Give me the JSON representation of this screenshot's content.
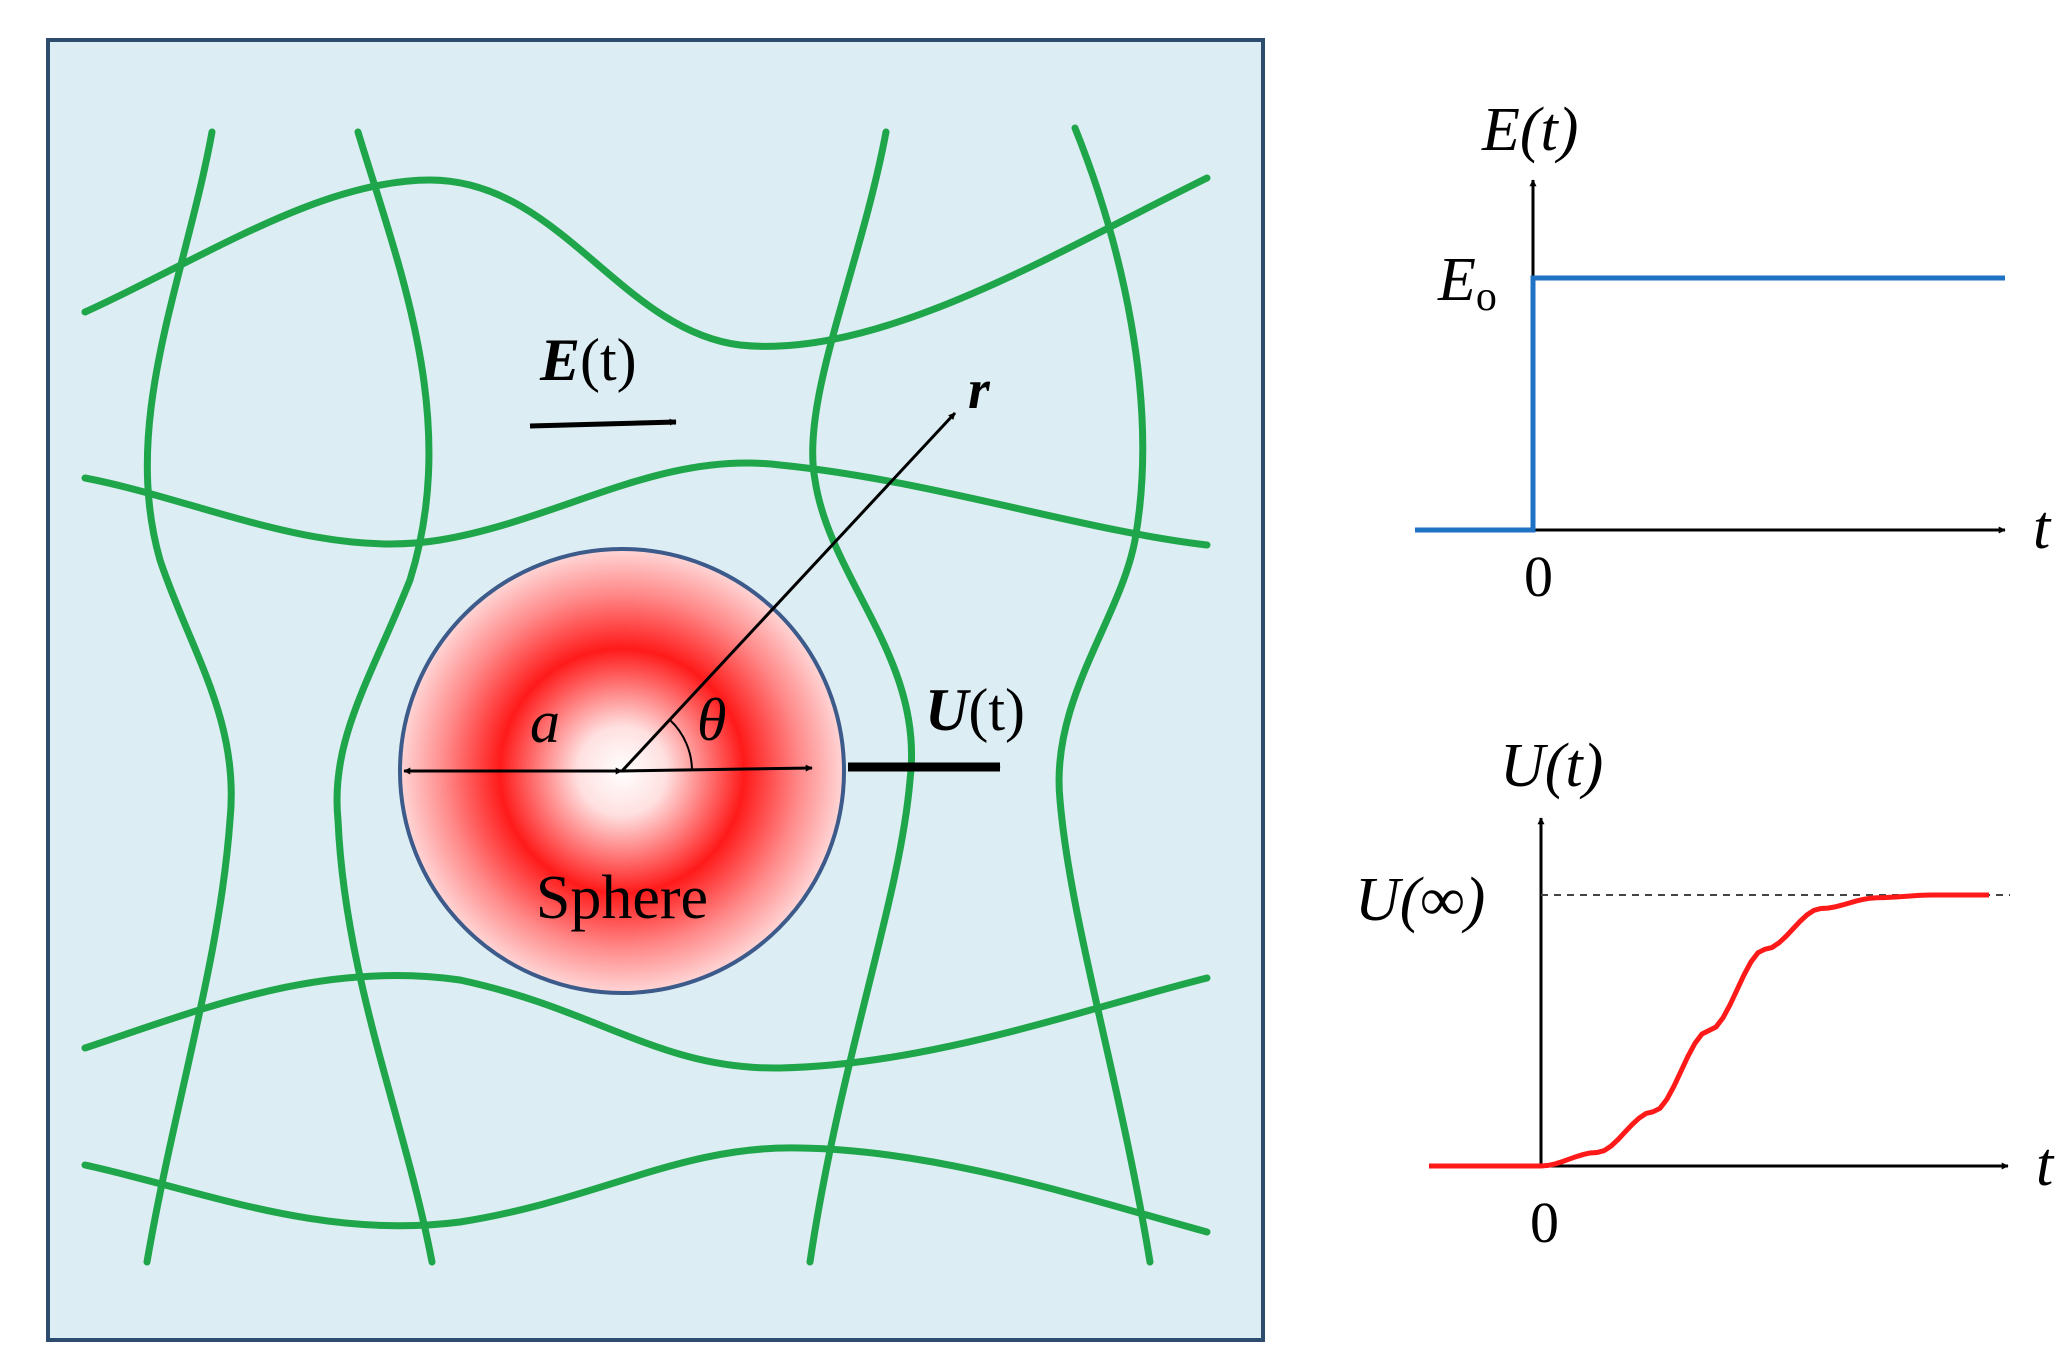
{
  "colors": {
    "panel_fill": "#dcedf3",
    "panel_border": "#2e4d6e",
    "fiber": "#1fa64a",
    "sphere_center": "#ffffff",
    "sphere_ring": "#ff1a1a",
    "sphere_outline": "#3c5a8a",
    "step_line": "#1f72c4",
    "response_line": "#ff1a1a",
    "arrows": "#000000"
  },
  "diagram": {
    "field_label_symbol": "E",
    "field_label_arg": "(t)",
    "radial_label": "r",
    "angle_label": "θ",
    "radius_label": "a",
    "velocity_label_symbol": "U",
    "velocity_label_arg": "(t)",
    "sphere_label": "Sphere"
  },
  "plots": {
    "top": {
      "ylabel": "E(t)",
      "level_label_main": "E",
      "level_label_sub": "o",
      "xlabel": "t",
      "origin_label": "0"
    },
    "bottom": {
      "ylabel": "U(t)",
      "asymptote_label": "U(∞)",
      "xlabel": "t",
      "origin_label": "0"
    }
  },
  "chart_data": [
    {
      "type": "line",
      "xlabel": "t",
      "ylabel": "E(t)",
      "series": [
        {
          "name": "",
          "x": [
            -1,
            0,
            0,
            4
          ],
          "y": [
            0,
            0,
            1,
            1
          ]
        }
      ],
      "annotations": [
        "E_o",
        "0"
      ]
    },
    {
      "type": "line",
      "xlabel": "t",
      "ylabel": "U(t)",
      "series": [
        {
          "name": "",
          "x": [
            -1,
            0,
            0.5,
            1,
            1.5,
            2,
            2.5,
            3,
            3.5,
            4
          ],
          "y": [
            0,
            0,
            0.05,
            0.2,
            0.5,
            0.8,
            0.95,
            0.99,
            1,
            1
          ]
        }
      ],
      "annotations": [
        "U(∞)",
        "0"
      ]
    }
  ]
}
